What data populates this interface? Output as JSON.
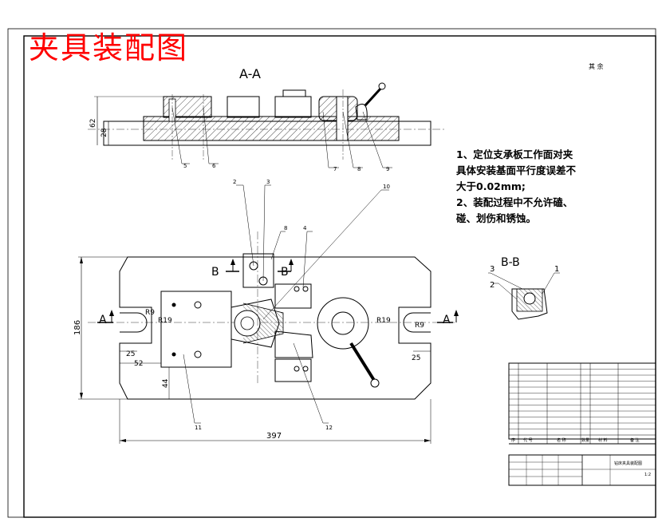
{
  "title": "夹具装配图",
  "roughness_note": "其 余",
  "section_aa": "A-A",
  "section_bb": "B-B",
  "tech_notes": [
    "1、定位支承板工作面对夹",
    "具体安装基面平行度误差不",
    "大于0.02mm;",
    "2、装配过程中不允许磕、",
    "碰、划伤和锈蚀。"
  ],
  "dimensions": {
    "height_62": "62",
    "height_28": "28",
    "width_397": "397",
    "height_186": "186",
    "dim_25_left": "25",
    "dim_52": "52",
    "dim_44": "44",
    "dim_25_right": "25",
    "r19_left": "R19",
    "r19_right": "R19",
    "r9_left": "R9",
    "r9_right": "R9"
  },
  "section_marks": {
    "a_left": "A",
    "a_right": "A",
    "b_left": "B",
    "b_right": "B"
  },
  "balloons_aa": [
    "5",
    "6",
    "7",
    "8",
    "9"
  ],
  "balloons_plan": [
    "2",
    "3",
    "8",
    "4",
    "10",
    "11",
    "12"
  ],
  "balloons_bb": [
    "3",
    "2",
    "1"
  ],
  "title_block": {
    "drawing_name": "钻床夹具装配图",
    "scale_label": "1:2",
    "header_cols": [
      "序",
      "代 号",
      "名 称",
      "数量",
      "材 料",
      "备 注"
    ]
  }
}
